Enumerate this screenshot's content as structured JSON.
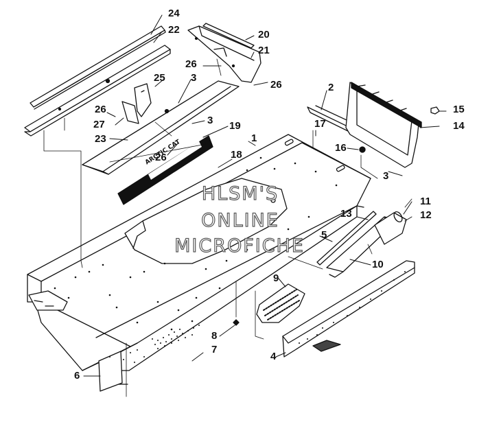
{
  "callouts": {
    "c24": "24",
    "c22": "22",
    "c20": "20",
    "c21": "21",
    "c26a": "26",
    "c3a": "3",
    "c26b": "26",
    "c25": "25",
    "c26c": "26",
    "c27": "27",
    "c23": "23",
    "c3b": "3",
    "c19": "19",
    "c26d": "26",
    "c1": "1",
    "c18": "18",
    "c2": "2",
    "c15": "15",
    "c14": "14",
    "c17": "17",
    "c16": "16",
    "c3c": "3",
    "c11": "11",
    "c12": "12",
    "c13": "13",
    "c5": "5",
    "c10": "10",
    "c9": "9",
    "c8": "8",
    "c7": "7",
    "c4": "4",
    "c6": "6"
  },
  "decal_text": "ARCTIC CAT",
  "watermark": {
    "line1": "HLSM'S",
    "line2": "ONLINE",
    "line3": "MICROFICHE"
  }
}
